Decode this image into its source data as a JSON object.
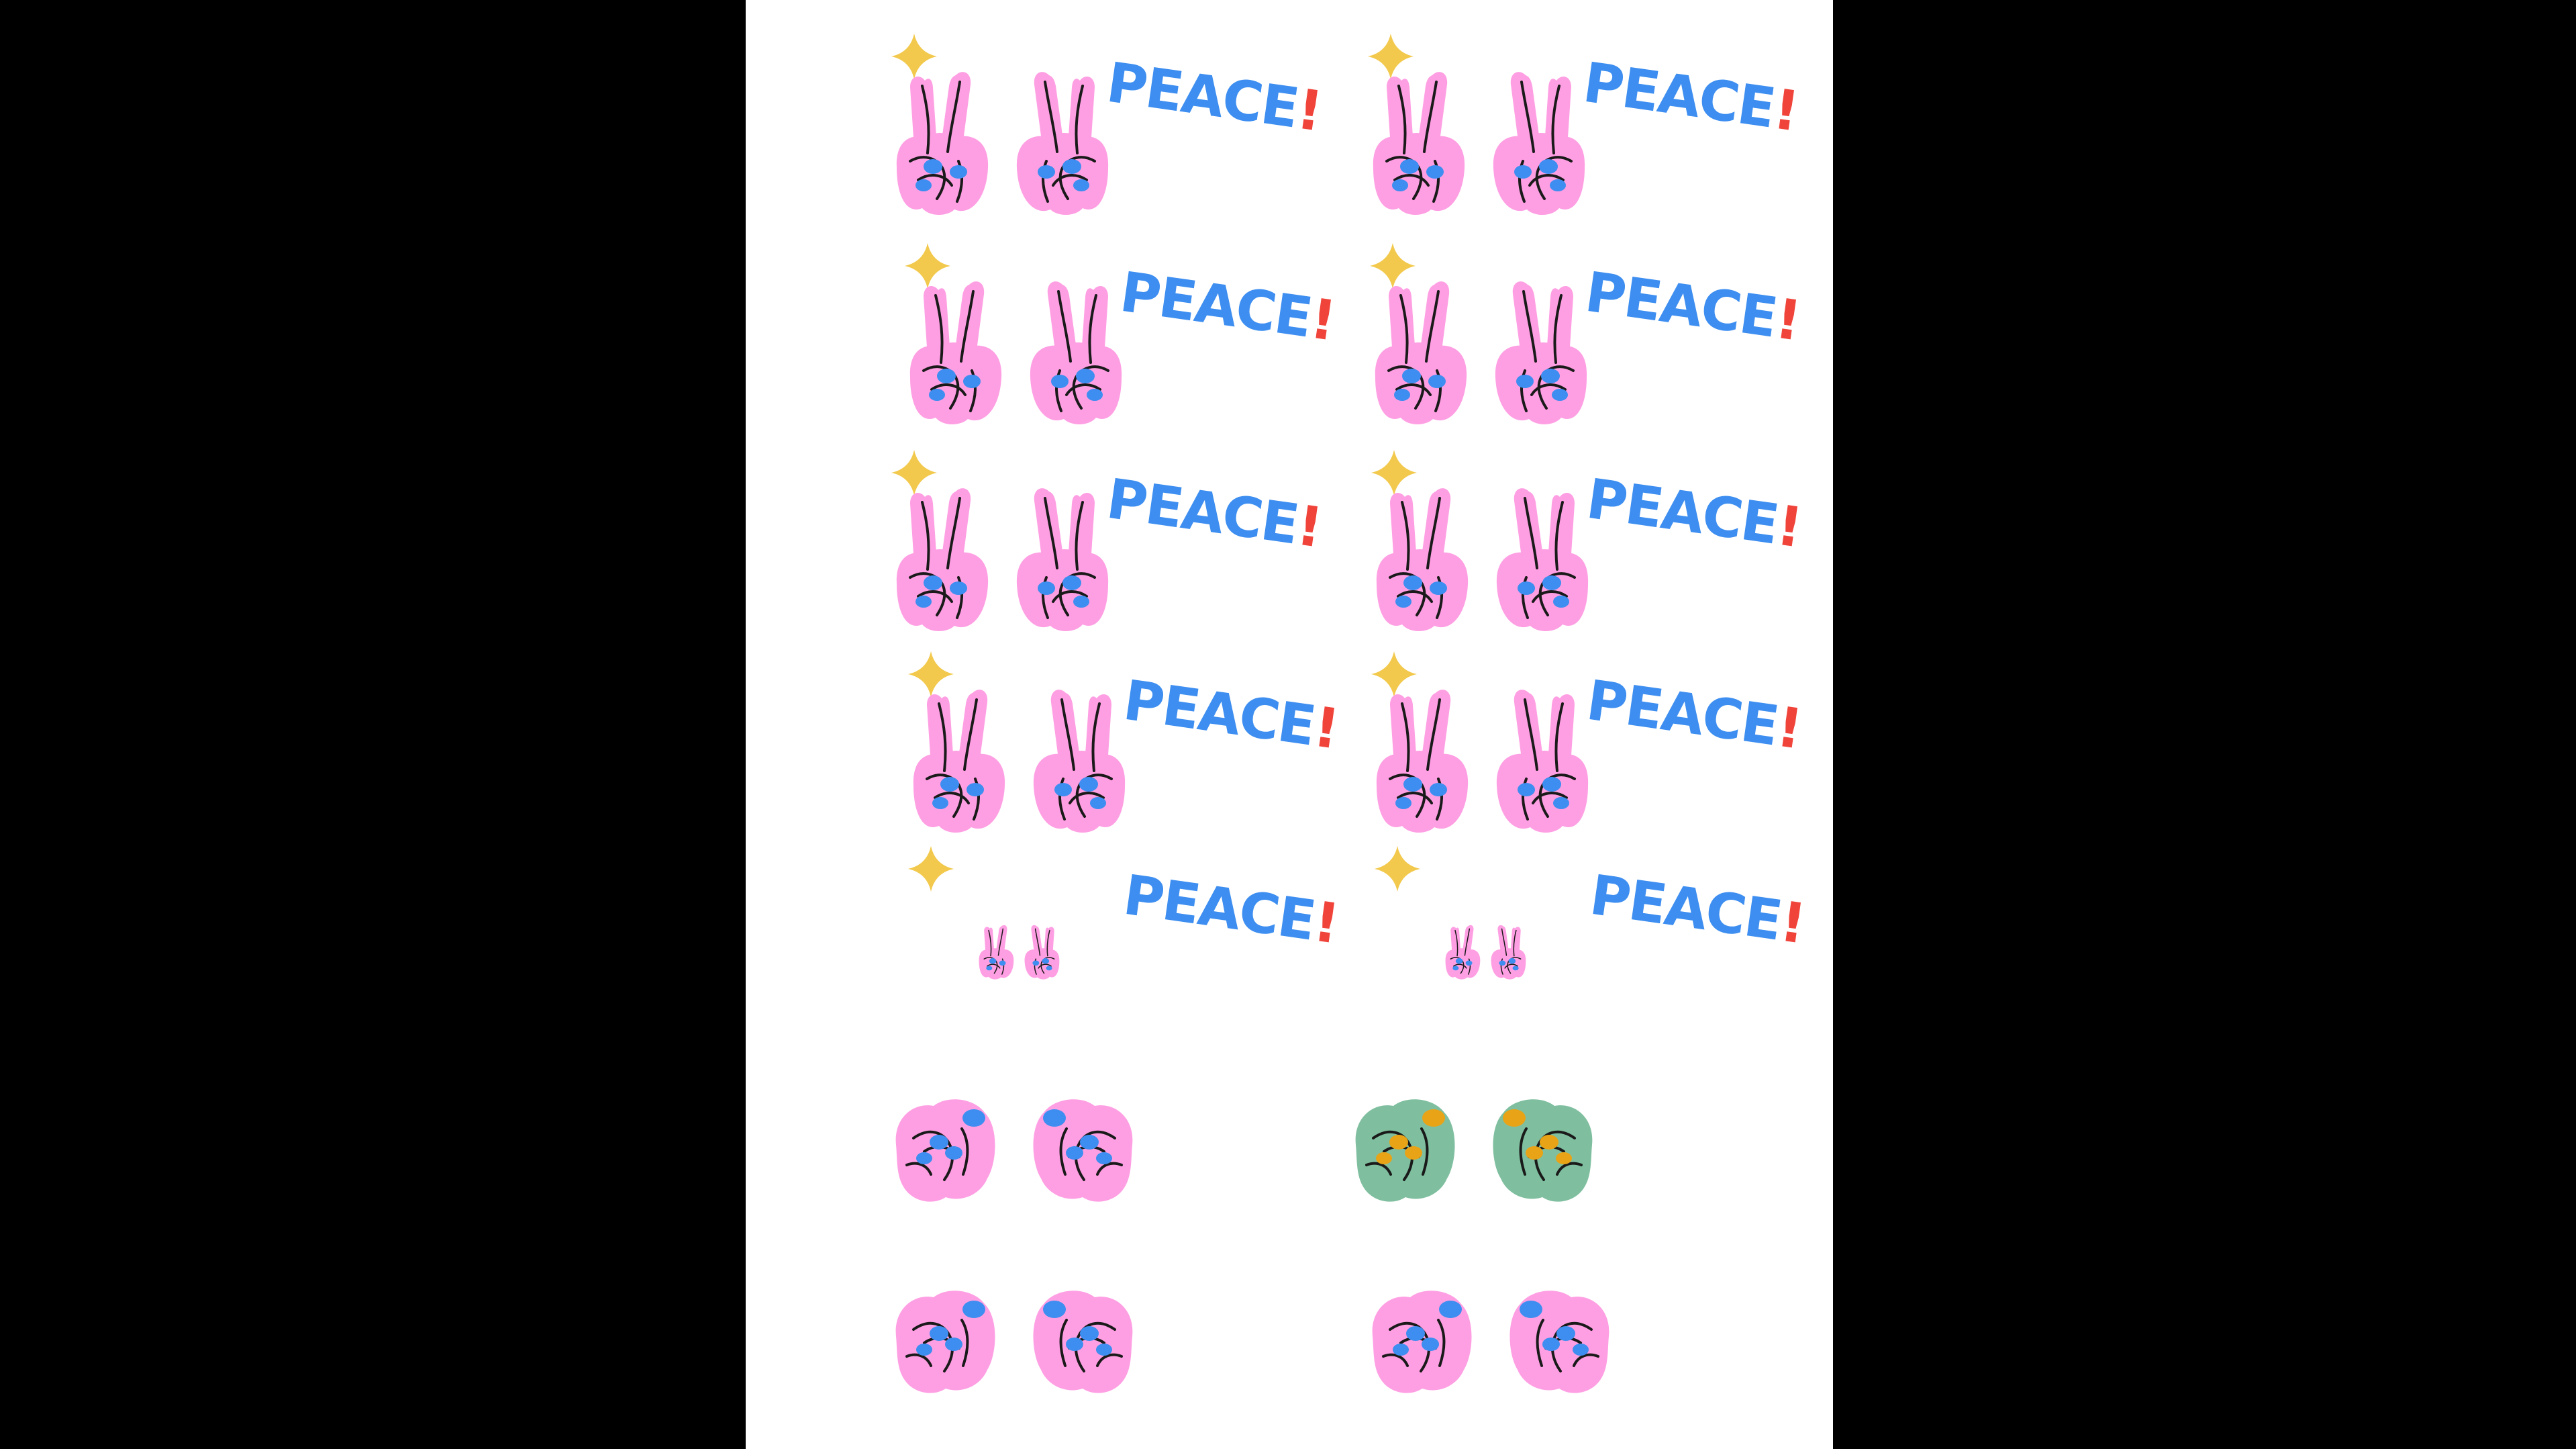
{
  "sheet": {
    "background": "#ffffff",
    "letterbox_color": "#000000"
  },
  "colors": {
    "pink_hand": "#ff9fe3",
    "green_hand": "#7fbf9f",
    "blue_nail": "#3d8ef0",
    "orange_nail": "#e8a317",
    "outline": "#1a1a1a",
    "sparkle": "#f2c94c",
    "peace_text": "#3d8ef0",
    "exclaim": "#f0443a"
  },
  "peace_stickers": [
    {
      "label_main": "PEACE",
      "label_punct": "!",
      "hand_color": "pink",
      "size": "large",
      "sparkle": "sparkle-icon"
    },
    {
      "label_main": "PEACE",
      "label_punct": "!",
      "hand_color": "pink",
      "size": "large",
      "sparkle": "sparkle-icon"
    },
    {
      "label_main": "PEACE",
      "label_punct": "!",
      "hand_color": "pink",
      "size": "large",
      "sparkle": "sparkle-icon"
    },
    {
      "label_main": "PEACE",
      "label_punct": "!",
      "hand_color": "pink",
      "size": "large",
      "sparkle": "sparkle-icon"
    },
    {
      "label_main": "PEACE",
      "label_punct": "!",
      "hand_color": "pink",
      "size": "large",
      "sparkle": "sparkle-icon"
    },
    {
      "label_main": "PEACE",
      "label_punct": "!",
      "hand_color": "pink",
      "size": "large",
      "sparkle": "sparkle-icon"
    },
    {
      "label_main": "PEACE",
      "label_punct": "!",
      "hand_color": "pink",
      "size": "large",
      "sparkle": "sparkle-icon"
    },
    {
      "label_main": "PEACE",
      "label_punct": "!",
      "hand_color": "pink",
      "size": "large",
      "sparkle": "sparkle-icon"
    },
    {
      "label_main": "PEACE",
      "label_punct": "!",
      "hand_color": "pink",
      "size": "small",
      "sparkle": "sparkle-icon"
    },
    {
      "label_main": "PEACE",
      "label_punct": "!",
      "hand_color": "pink",
      "size": "small",
      "sparkle": "sparkle-icon"
    }
  ],
  "fist_stickers": [
    {
      "hand_color": "pink",
      "nail_color": "blue"
    },
    {
      "hand_color": "green",
      "nail_color": "orange"
    },
    {
      "hand_color": "pink",
      "nail_color": "blue"
    },
    {
      "hand_color": "pink",
      "nail_color": "blue"
    }
  ]
}
